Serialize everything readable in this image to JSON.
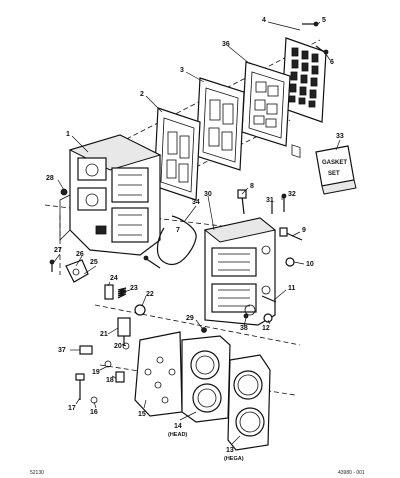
{
  "diagram": {
    "callouts": {
      "c1": "1",
      "c2": "2",
      "c3": "3",
      "c4": "4",
      "c5": "5",
      "c6": "6",
      "c7": "7",
      "c8": "8",
      "c9": "9",
      "c10": "10",
      "c11": "11",
      "c12": "12",
      "c13": "13",
      "c14": "14",
      "c15": "15",
      "c16": "16",
      "c17": "17",
      "c18": "18",
      "c19": "19",
      "c20": "20",
      "c21": "21",
      "c22": "22",
      "c23": "23",
      "c24": "24",
      "c25": "25",
      "c26": "26",
      "c27": "27",
      "c28": "28",
      "c29": "29",
      "c30": "30",
      "c31": "31",
      "c32": "32",
      "c33": "33",
      "c34": "34",
      "c36": "36",
      "c37": "37",
      "c38": "38"
    },
    "sublabels": {
      "head": "(HEAD)",
      "hega": "(HEGA)"
    },
    "kit_box": {
      "line1": "GASKET",
      "line2": "SET"
    },
    "footer": {
      "left": "52130",
      "right": "43980 - 001"
    }
  }
}
